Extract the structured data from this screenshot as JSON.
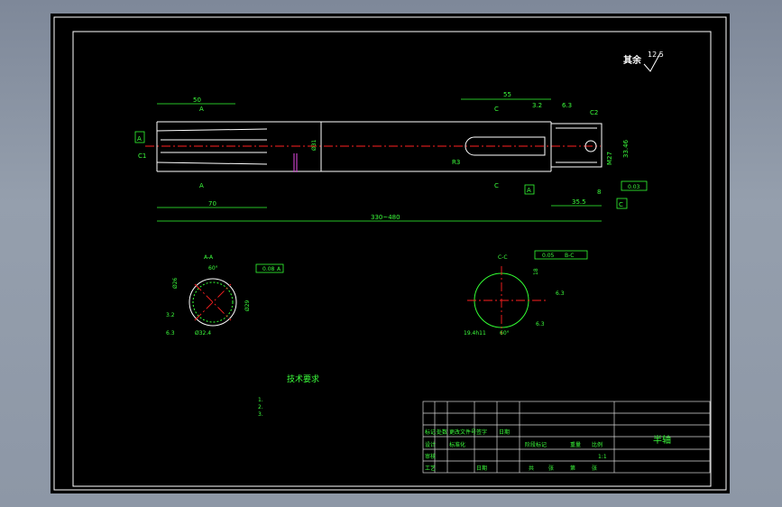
{
  "drawing": {
    "part_name": "半轴",
    "tech_title": "技术要求",
    "tech_notes": [
      "1.",
      "2.",
      "3."
    ],
    "surface_finish_other": {
      "label": "其余",
      "value": "12.5"
    },
    "section_a_label": "A-A",
    "section_c_label": "C-C",
    "scale": "1:1",
    "dimensions": {
      "spline_len_top": "50",
      "spline_len_bottom": "70",
      "total_length": "330~480",
      "right_top": "55",
      "right_bottom": "35.5",
      "small_8": "8",
      "thread_dia": "M27",
      "diameter_right": "33.46",
      "chamfer_c2": "C2",
      "chamfer_c1": "C1",
      "groove_r": "R3",
      "mid_dia": "Ø31",
      "left_mark": "A",
      "ra_32": "3.2",
      "ra_63": "6.3",
      "flatness": "0.03",
      "datum_c": "C",
      "section_c_flat": "19.4h11",
      "section_c_angle": "60°",
      "section_c_gdt": "0.05",
      "section_c_datum": "B-C",
      "section_a_angle": "60°",
      "section_a_gdt": "0.08",
      "section_a_datum": "A",
      "section_a_bottom": "Ø32.4",
      "ra_section_a": "3.2",
      "ra_section_a_2": "6.3",
      "ra_section_c": "6.3",
      "ra_section_c_2": "6.3",
      "a_left_dim": "Ø26",
      "a_right_dim": "Ø29",
      "c_left_dim": "18"
    },
    "title_block": {
      "r1": [
        "标记",
        "处数",
        "更改文件号",
        "签字",
        "日期"
      ],
      "r2": [
        "设计",
        "",
        "标准化",
        "",
        ""
      ],
      "r3": [
        "审核",
        "",
        "",
        "",
        ""
      ],
      "r4": [
        "工艺",
        "",
        "日期",
        "",
        ""
      ],
      "mid_headers": [
        "阶段标记",
        "重量",
        "比例"
      ],
      "bottom_labels": [
        "共",
        "张",
        "第",
        "张"
      ]
    }
  },
  "colors": {
    "line": "#ffffff",
    "dim": "#33ff33",
    "center": "#ff2020",
    "accent": "#c33fc3"
  }
}
